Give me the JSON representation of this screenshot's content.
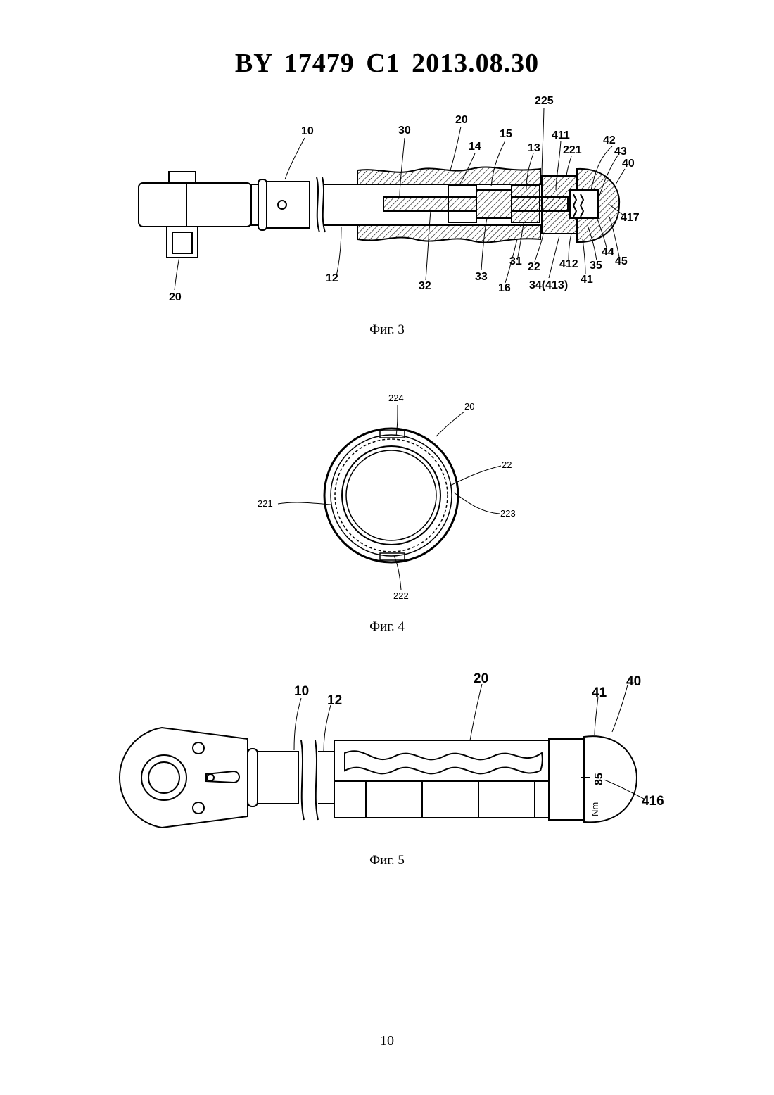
{
  "header": {
    "title": "BY  17479  C1  2013.08.30"
  },
  "figures": [
    {
      "caption": "Фиг. 3",
      "labels": [
        "10",
        "30",
        "20",
        "14",
        "15",
        "13",
        "225",
        "411",
        "221",
        "42",
        "43",
        "40",
        "417",
        "12",
        "20",
        "32",
        "33",
        "31",
        "16",
        "22",
        "34(413)",
        "412",
        "35",
        "41",
        "44",
        "45"
      ]
    },
    {
      "caption": "Фиг. 4",
      "labels": [
        "224",
        "20",
        "22",
        "221",
        "223",
        "222"
      ]
    },
    {
      "caption": "Фиг. 5",
      "labels": [
        "10",
        "12",
        "20",
        "41",
        "40",
        "416"
      ],
      "scale_value": "85",
      "scale_unit": "Nm"
    }
  ],
  "page": {
    "number": "10"
  }
}
